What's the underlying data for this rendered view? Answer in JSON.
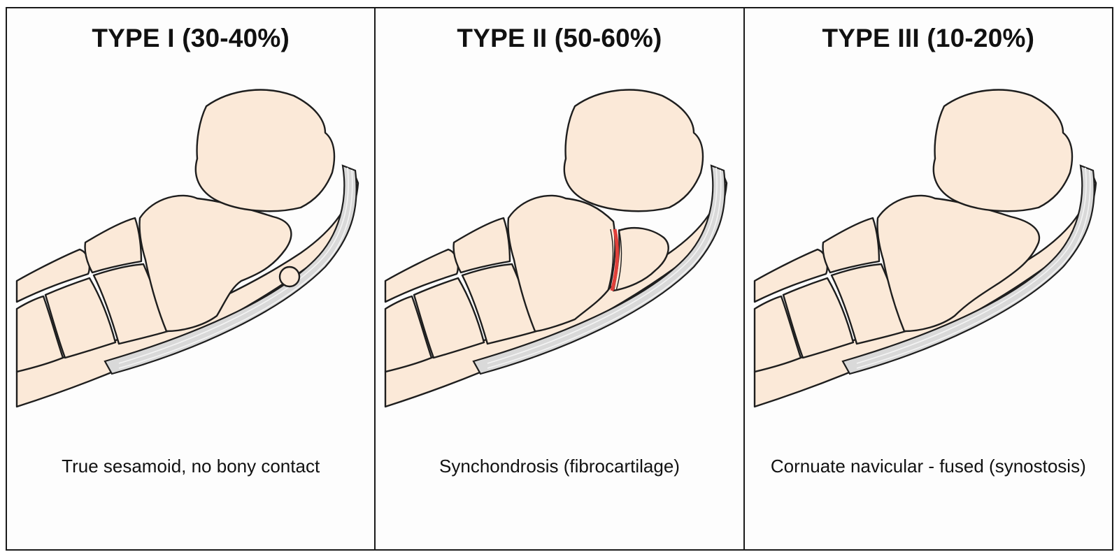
{
  "colors": {
    "bone_fill": "#fbe9d8",
    "tendon_fill": "#d9d9d9",
    "outline": "#1e1e1e",
    "synchondrosis": "#e0403a"
  },
  "panels": [
    {
      "title": "TYPE I (30-40%)",
      "caption": "True sesamoid, no bony contact",
      "variant": "separate-ossicle"
    },
    {
      "title": "TYPE II (50-60%)",
      "caption": "Synchondrosis (fibrocartilage)",
      "variant": "synchondrosis"
    },
    {
      "title": "TYPE III (10-20%)",
      "caption": "Cornuate navicular - fused (synostosis)",
      "variant": "fused"
    }
  ]
}
